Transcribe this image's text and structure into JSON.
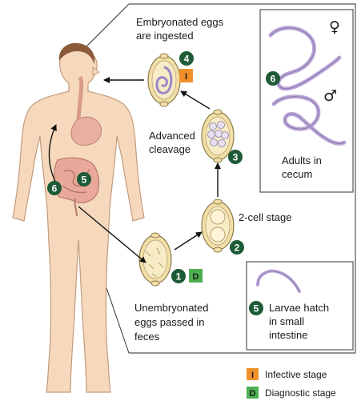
{
  "labels": {
    "step4": [
      "Embryonated eggs",
      "are ingested"
    ],
    "step3": [
      "Advanced",
      "cleavage"
    ],
    "step2": "2-cell stage",
    "step1": [
      "Unembryonated",
      "eggs passed in",
      "feces"
    ],
    "adults": [
      "Adults in",
      "cecum"
    ],
    "step5": [
      "Larvae hatch",
      "in small",
      "intestine"
    ]
  },
  "step_numbers": {
    "one": "1",
    "two": "2",
    "three": "3",
    "four": "4",
    "five": "5",
    "six": "6"
  },
  "symbols": {
    "female": "♀",
    "male": "♂"
  },
  "legend": {
    "infective": {
      "letter": "I",
      "label": "Infective stage",
      "color": "#f0902a"
    },
    "diagnostic": {
      "letter": "D",
      "label": "Diagnostic stage",
      "color": "#4caf50"
    }
  },
  "colors": {
    "step_circle": "#1e5a36",
    "skin": "#f6d9bd",
    "skin_line": "#c49a7a",
    "egg_shell": "#f2dfa8",
    "worm": "#b9a6d6"
  }
}
